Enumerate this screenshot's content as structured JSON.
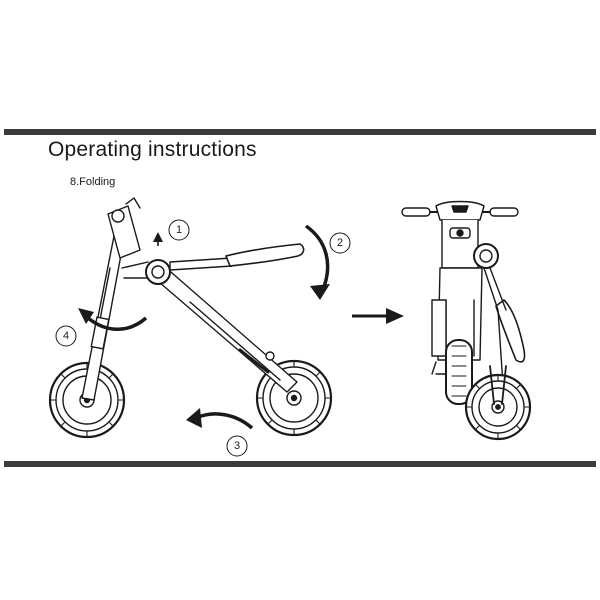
{
  "page": {
    "title": "Operating instructions",
    "section": "8.Folding"
  },
  "steps": [
    {
      "label": "1"
    },
    {
      "label": "2"
    },
    {
      "label": "3"
    },
    {
      "label": "4"
    }
  ],
  "colors": {
    "rule": "#3a3a3a",
    "line": "#1a1a1a",
    "background": "#ffffff"
  },
  "icons": [
    "arrow-up-icon",
    "curved-arrow-icon",
    "right-arrow-icon"
  ]
}
